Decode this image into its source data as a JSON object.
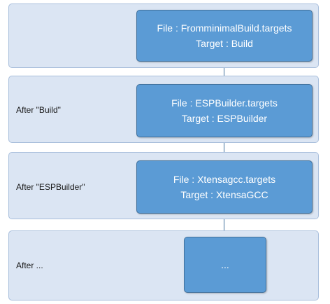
{
  "lanes": [
    {
      "label": "",
      "node": {
        "file": "File : FromminimalBuild.targets",
        "target": "Target : Build"
      }
    },
    {
      "label": "After \"Build\"",
      "node": {
        "file": "File : ESPBuilder.targets",
        "target": "Target : ESPBuilder"
      }
    },
    {
      "label": "After \"ESPBuilder\"",
      "node": {
        "file": "File : Xtensagcc.targets",
        "target": "Target : XtensaGCC"
      }
    },
    {
      "label": "After ...",
      "node": {
        "placeholder": "..."
      }
    }
  ],
  "colors": {
    "lane_fill": "#dbe5f3",
    "lane_border": "#a9bfdc",
    "node_fill": "#5b9bd5",
    "node_border": "#41719c",
    "connector": "#41719c"
  }
}
